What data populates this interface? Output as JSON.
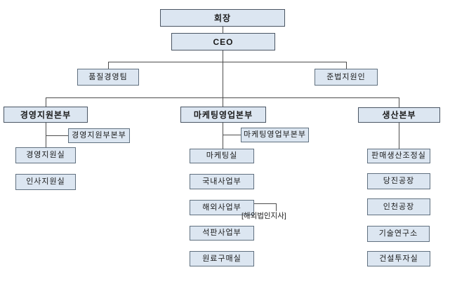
{
  "diagram": {
    "type": "org-chart",
    "colors": {
      "box_fill": "#dce6f1",
      "box_border": "#60707f",
      "connector": "#4d4d4d",
      "text": "#1a1a1a",
      "background": "#ffffff"
    },
    "nodes": {
      "chairman": {
        "label": "회장"
      },
      "ceo": {
        "label": "CEO"
      },
      "quality_mgmt_team": {
        "label": "품질경영팀"
      },
      "compliance_officer": {
        "label": "준법지원인"
      },
      "mgmt_support_div": {
        "label": "경영지원본부"
      },
      "mgmt_support_deputy_div": {
        "label": "경영지원부본부"
      },
      "mgmt_support_office": {
        "label": "경영지원실"
      },
      "hr_support_office": {
        "label": "인사지원실"
      },
      "marketing_sales_div": {
        "label": "마케팅영업본부"
      },
      "marketing_sales_deputy_div": {
        "label": "마케팅영업부본부"
      },
      "marketing_office": {
        "label": "마케팅실"
      },
      "domestic_business_dept": {
        "label": "국내사업부"
      },
      "overseas_business_dept": {
        "label": "해외사업부"
      },
      "overseas_branch_note": {
        "label": "[해외법인지사]"
      },
      "slate_business_dept": {
        "label": "석판사업부"
      },
      "raw_material_purchasing_office": {
        "label": "원료구매실"
      },
      "production_div": {
        "label": "생산본부"
      },
      "sales_production_coord_office": {
        "label": "판매생산조정실"
      },
      "dangjin_plant": {
        "label": "당진공장"
      },
      "incheon_plant": {
        "label": "인천공장"
      },
      "tech_research_institute": {
        "label": "기술연구소"
      },
      "construction_investment_office": {
        "label": "건설투자실"
      }
    }
  }
}
